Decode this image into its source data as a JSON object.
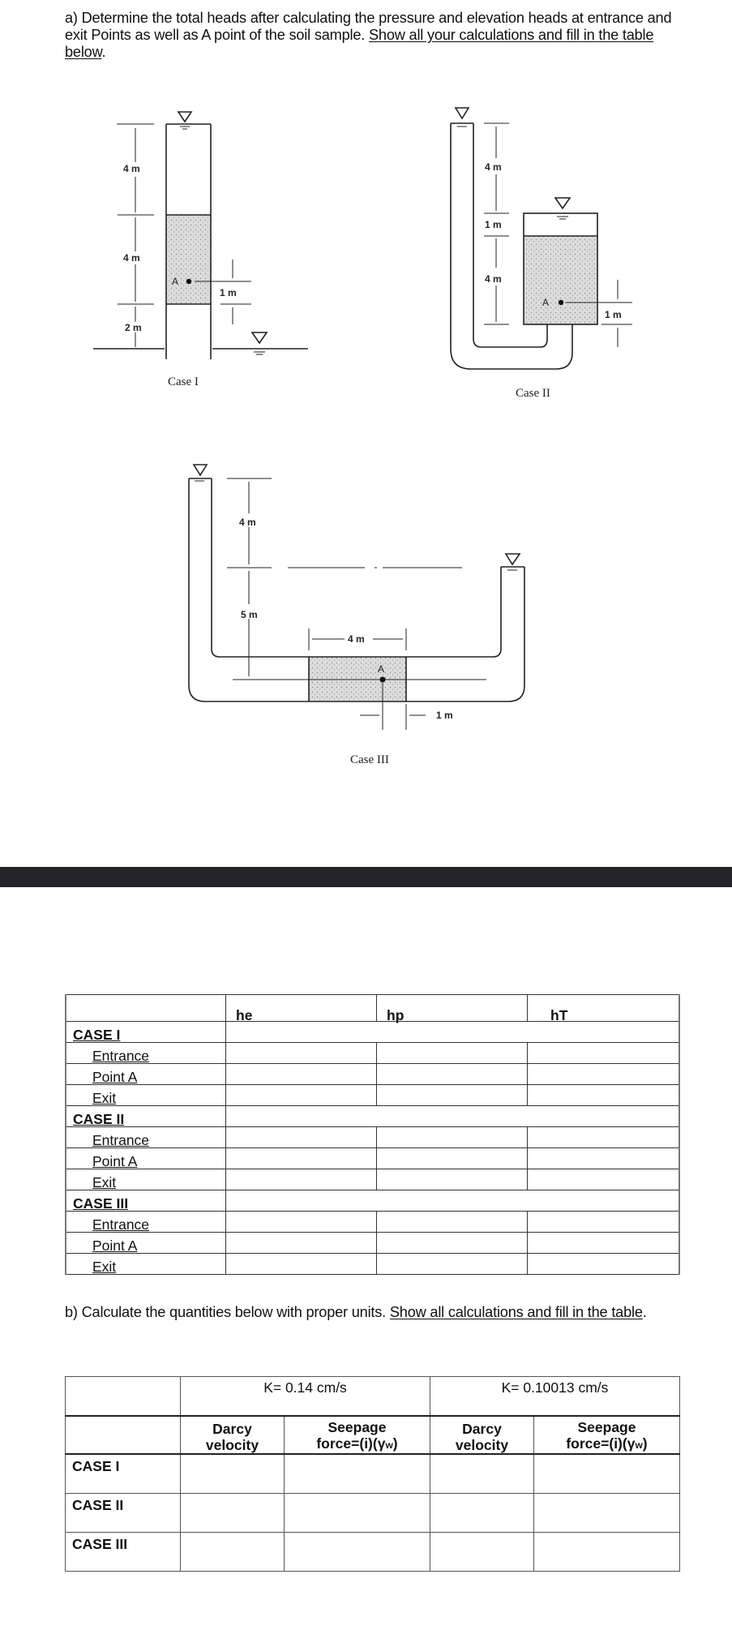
{
  "part_a": {
    "text": "a) Determine the total heads after calculating the pressure and elevation heads at entrance and exit Points as well as A point of the soil sample.  ",
    "underlined": "Show all your calculations and fill in the table below",
    "end": "."
  },
  "diagrams": {
    "case1": {
      "label": "Case I",
      "dims": [
        "4 m",
        "4 m",
        "2 m",
        "1 m"
      ],
      "point": "A"
    },
    "case2": {
      "label": "Case II",
      "dims": [
        "4 m",
        "1 m",
        "4 m",
        "1 m"
      ],
      "point": "A"
    },
    "case3": {
      "label": "Case III",
      "dims": [
        "4 m",
        "5 m",
        "4 m",
        "1 m"
      ],
      "point": "A"
    }
  },
  "table1": {
    "headers": [
      "",
      "he",
      "hp",
      "hT"
    ],
    "groups": [
      {
        "case": "CASE I",
        "rows": [
          "Entrance",
          "Point A",
          "Exit"
        ]
      },
      {
        "case": "CASE II",
        "rows": [
          "Entrance",
          "Point A",
          "Exit"
        ]
      },
      {
        "case": "CASE III",
        "rows": [
          "Entrance",
          "Point A",
          "Exit"
        ]
      }
    ]
  },
  "part_b": {
    "text": "b) Calculate the quantities below with proper units.  ",
    "underlined": "Show all calculations and fill in the table",
    "end": "."
  },
  "table2": {
    "k_headers": [
      "K= 0.14 cm/s",
      "K= 0.10013 cm/s"
    ],
    "col_headers": {
      "darcy_line1": "Darcy",
      "darcy_line2": "velocity",
      "seepage_line1": "Seepage",
      "seepage_line2_pre": "force=(i)(γ",
      "seepage_sub": "w",
      "seepage_line2_post": ")"
    },
    "rows": [
      "CASE I",
      "CASE II",
      "CASE III"
    ]
  },
  "colors": {
    "divider_band": "#252527",
    "text": "#111111",
    "sand": "#d9d9d9"
  }
}
